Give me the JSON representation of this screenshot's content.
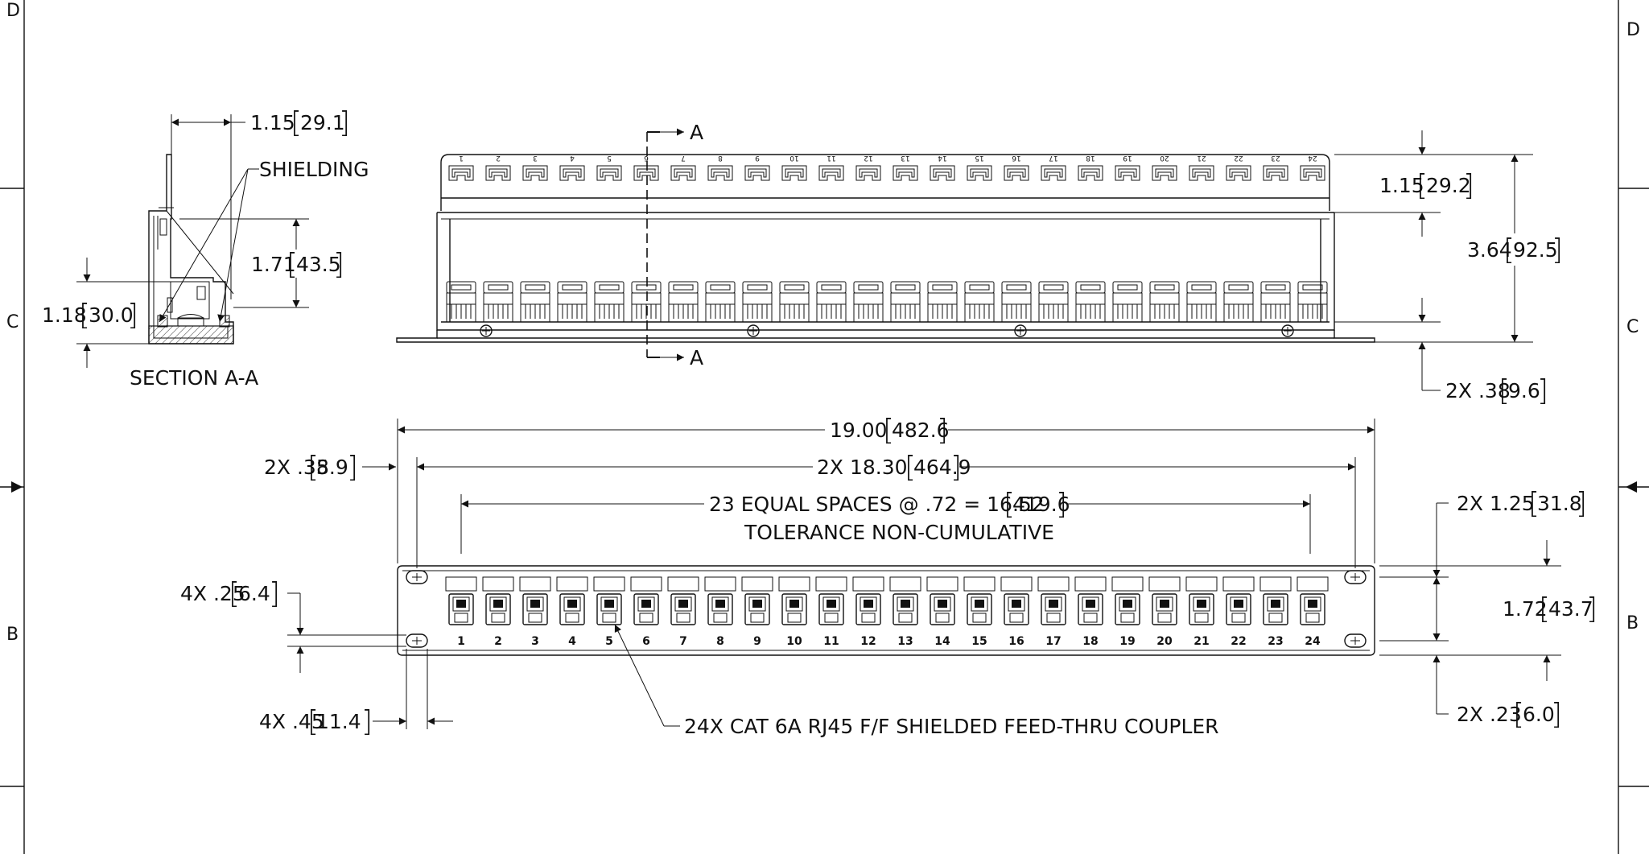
{
  "zones": {
    "left": [
      "D",
      "C",
      "B"
    ],
    "right": [
      "D",
      "C",
      "B"
    ]
  },
  "section": {
    "dim_top_value": "1.15",
    "dim_top_mm": "29.1",
    "shielding_label": "SHIELDING",
    "dim_height_value": "1.71",
    "dim_height_mm": "43.5",
    "dim_left_value": "1.18",
    "dim_left_mm": "30.0",
    "title": "SECTION A-A"
  },
  "top_view": {
    "cut_label_top": "A",
    "cut_label_bottom": "A",
    "dim_a_value": "1.15",
    "dim_a_mm": "29.2",
    "dim_b_value": "3.64",
    "dim_b_mm": "92.5",
    "dim_c_value": "2X .38",
    "dim_c_mm": "9.6",
    "port_count": 24
  },
  "front_view": {
    "overall_value": "19.00",
    "overall_mm": "482.6",
    "holes_value": "2X 18.30",
    "holes_mm": "464.9",
    "edge_value": "2X .35",
    "edge_mm": "8.9",
    "spacing_line1_value": "23 EQUAL SPACES @ .72 = 16.52",
    "spacing_line1_mm": "419.6",
    "spacing_line2": "TOLERANCE NON-CUMULATIVE",
    "right_top_value": "2X 1.25",
    "right_top_mm": "31.8",
    "height_value": "1.72",
    "height_mm": "43.7",
    "right_bottom_value": "2X .23",
    "right_bottom_mm": "6.0",
    "slot_value": "4X .25",
    "slot_mm": "6.4",
    "slot_width_value": "4X .45",
    "slot_width_mm": "11.4",
    "coupler_note": "24X CAT 6A RJ45 F/F SHIELDED FEED-THRU COUPLER",
    "port_labels": [
      "1",
      "2",
      "3",
      "4",
      "5",
      "6",
      "7",
      "8",
      "9",
      "10",
      "11",
      "12",
      "13",
      "14",
      "15",
      "16",
      "17",
      "18",
      "19",
      "20",
      "21",
      "22",
      "23",
      "24"
    ]
  }
}
